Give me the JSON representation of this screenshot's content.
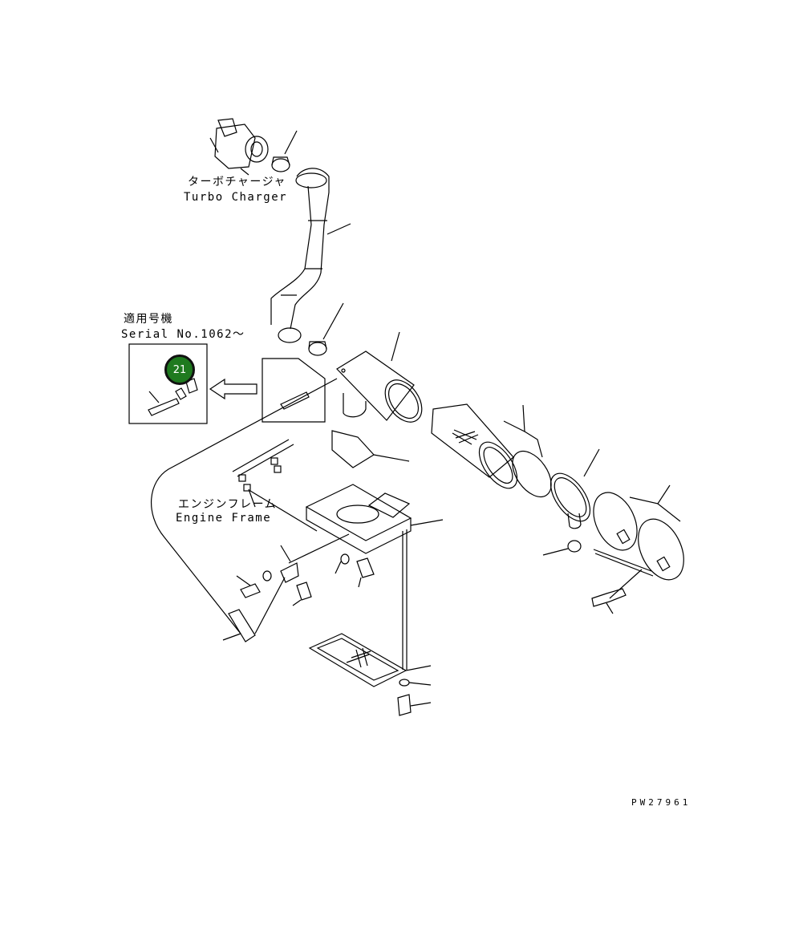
{
  "labels": {
    "turbo_jp": "ターボチャージャ",
    "turbo_en": "Turbo Charger",
    "serial_jp": "適用号機",
    "serial_en": "Serial No.1062～",
    "frame_jp": "エンジンフレーム",
    "frame_en": "Engine Frame",
    "drawing_no": "PW27961"
  },
  "callout": {
    "number": "21",
    "color": "#1f7a1f"
  }
}
